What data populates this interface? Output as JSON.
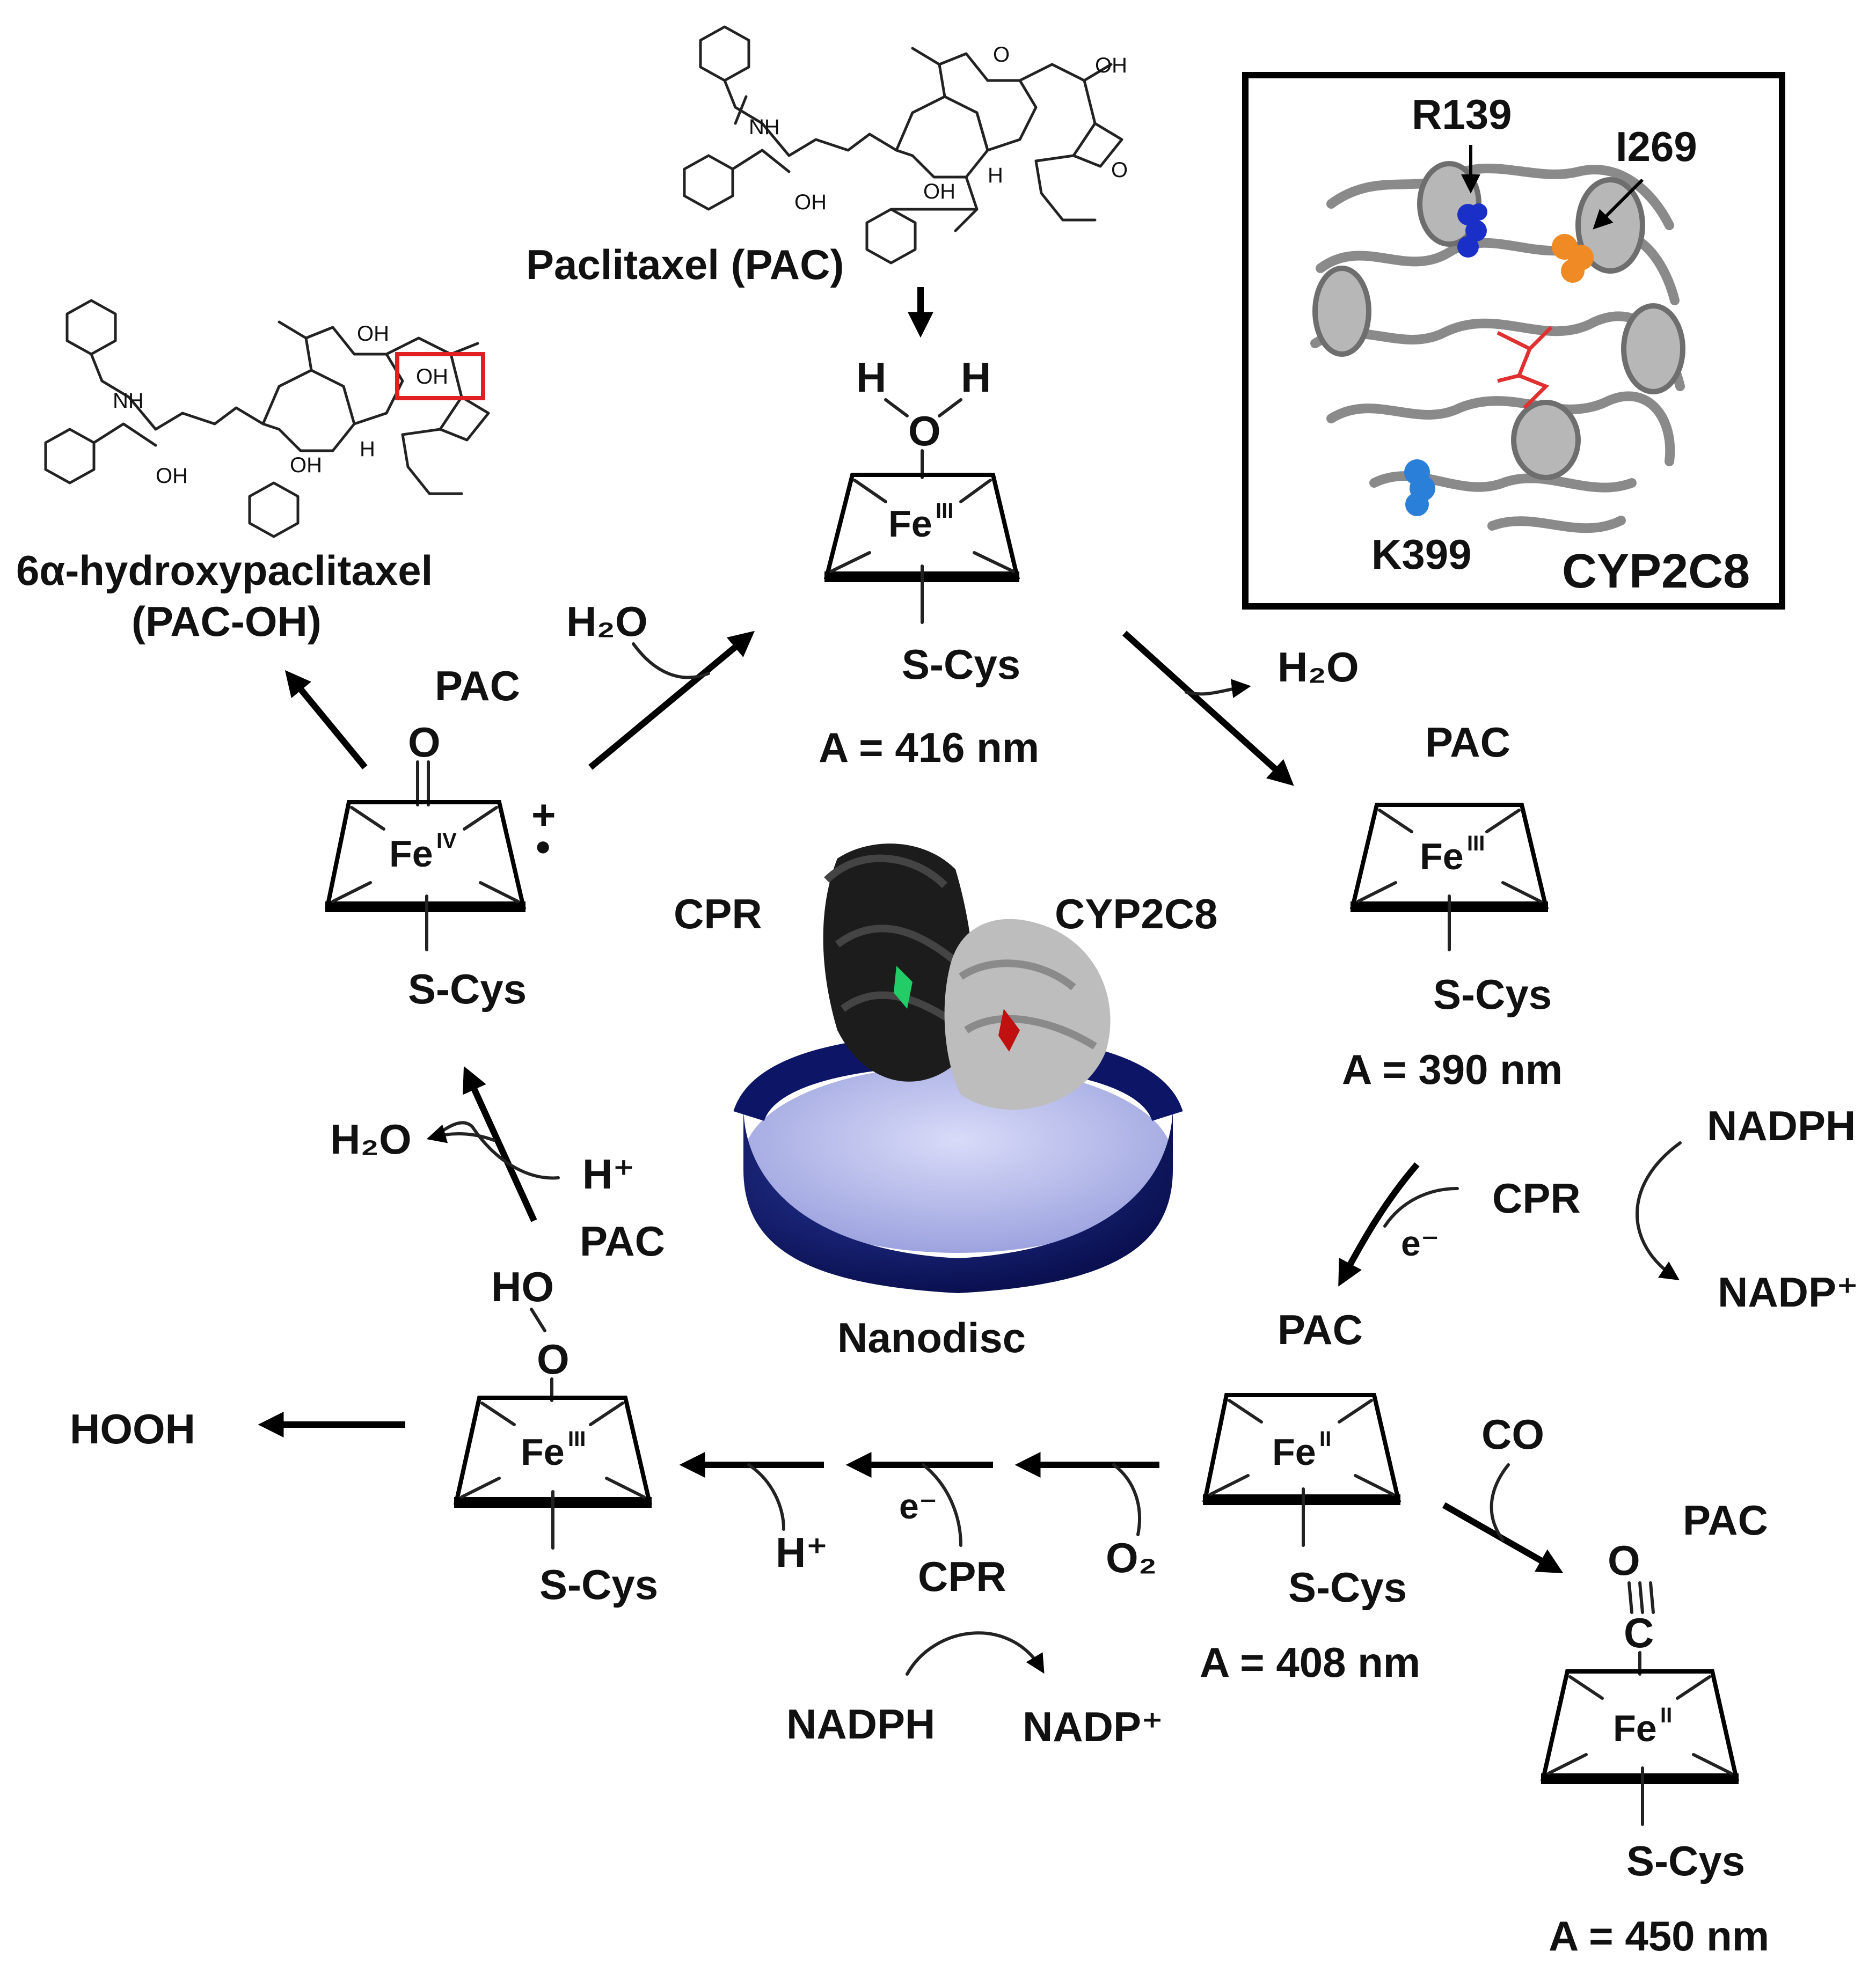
{
  "molecules": {
    "paclitaxel": "Paclitaxel (PAC)",
    "metabolite_line1": "6α-hydroxypaclitaxel",
    "metabolite_line2": "(PAC-OH)",
    "atom_NH": "NH",
    "atom_OH": "OH",
    "atom_H": "H",
    "atom_O": "O"
  },
  "inset": {
    "residues": [
      "R139",
      "I269",
      "K399"
    ],
    "title": "CYP2C8"
  },
  "center": {
    "cpr": "CPR",
    "cyp": "CYP2C8",
    "nanodisc": "Nanodisc"
  },
  "states": {
    "resting": {
      "ligand_H1": "H",
      "ligand_H2": "H",
      "ligand_O": "O",
      "fe": "Fe",
      "ox": "III",
      "cys": "S-Cys",
      "absorbance": "A = 416 nm"
    },
    "substrate_bound": {
      "label": "PAC",
      "fe": "Fe",
      "ox": "III",
      "cys": "S-Cys",
      "absorbance": "A = 390 nm"
    },
    "ferrous": {
      "label": "PAC",
      "fe": "Fe",
      "ox": "II",
      "cys": "S-Cys",
      "absorbance": "A = 408 nm"
    },
    "co_complex": {
      "label": "PAC",
      "ligand_O": "O",
      "ligand_C": "C",
      "fe": "Fe",
      "ox": "II",
      "cys": "S-Cys",
      "absorbance": "A = 450 nm"
    },
    "hydroperoxo": {
      "label": "PAC",
      "ligand_HO": "HO",
      "ligand_O": "O",
      "fe": "Fe",
      "ox": "III",
      "cys": "S-Cys"
    },
    "compound_I": {
      "label": "PAC",
      "ligand_O": "O",
      "fe": "Fe",
      "ox": "IV",
      "charge": "+",
      "radical": "•",
      "cys": "S-Cys"
    }
  },
  "reagents": {
    "h2o_release": "H₂O",
    "h2o_bind": "H₂O",
    "h2o_out": "H₂O",
    "h_plus_top": "H⁺",
    "h_plus_bottom": "H⁺",
    "hooh": "HOOH",
    "o2": "O₂",
    "co": "CO",
    "e_minus_right": "e⁻",
    "e_minus_bottom": "e⁻",
    "cpr_right": "CPR",
    "cpr_bottom": "CPR",
    "nadph_right": "NADPH",
    "nadp_right": "NADP⁺",
    "nadph_bottom": "NADPH",
    "nadp_bottom": "NADP⁺"
  },
  "colors": {
    "highlight_box": "#e02020",
    "r139": "#1a2fc8",
    "i269": "#f08a24",
    "k399": "#2a7fd8",
    "heme": "#e03030",
    "cpr_protein": "#1c1c1c",
    "cyp_protein": "#bdbdbd",
    "nanodisc_dark": "#0d1566",
    "nanodisc_light": "#b4b8ea",
    "fmn": "#22cc66"
  }
}
